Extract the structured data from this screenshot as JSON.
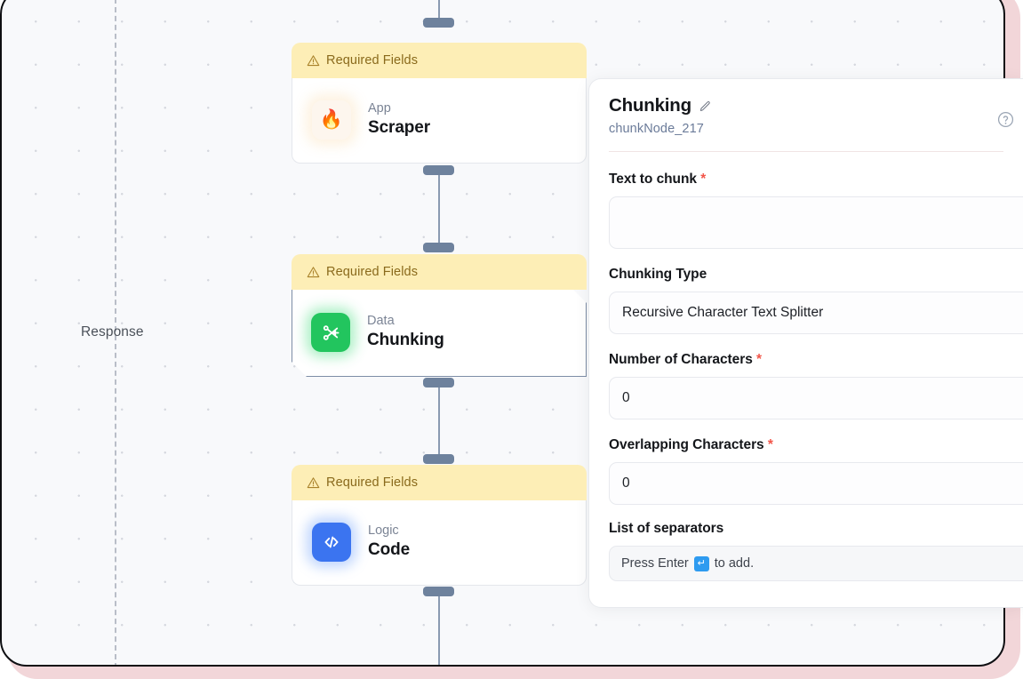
{
  "canvas": {
    "response_label": "Response",
    "nodes": [
      {
        "banner": "Required Fields",
        "kind": "App",
        "title": "Scraper",
        "icon": "flame-icon",
        "icon_glyph": "🔥",
        "icon_color": "#fdf6ee",
        "selected": false
      },
      {
        "banner": "Required Fields",
        "kind": "Data",
        "title": "Chunking",
        "icon": "scissors-icon",
        "icon_glyph": "✂",
        "icon_color": "#22c55e",
        "selected": true
      },
      {
        "banner": "Required Fields",
        "kind": "Logic",
        "title": "Code",
        "icon": "code-brackets-icon",
        "icon_glyph": "</>",
        "icon_color": "#3b74f0",
        "selected": false
      }
    ]
  },
  "panel": {
    "title": "Chunking",
    "edit_icon": "pencil-icon",
    "help_icon": "question-circle-icon",
    "node_id": "chunkNode_217",
    "fields": [
      {
        "label": "Text to chunk",
        "required": true,
        "value": "",
        "placeholder": "",
        "type": "textarea"
      },
      {
        "label": "Chunking Type",
        "required": false,
        "value": "Recursive Character Text Splitter",
        "placeholder": "",
        "type": "select"
      },
      {
        "label": "Number of Characters",
        "required": true,
        "value": "0",
        "placeholder": "",
        "type": "number"
      },
      {
        "label": "Overlapping Characters",
        "required": true,
        "value": "0",
        "placeholder": "",
        "type": "number"
      }
    ],
    "separators": {
      "label": "List of separators",
      "hint_before": "Press Enter",
      "enter_key_glyph": "↵",
      "hint_after": "to add."
    }
  },
  "colors": {
    "warning_banner": "#fdeeb6",
    "warning_text": "#8a6a1c",
    "required_star": "#f2564a",
    "selected_border": "#7d8da6",
    "connector": "#6e829d",
    "frame": "#f2d6d9"
  }
}
